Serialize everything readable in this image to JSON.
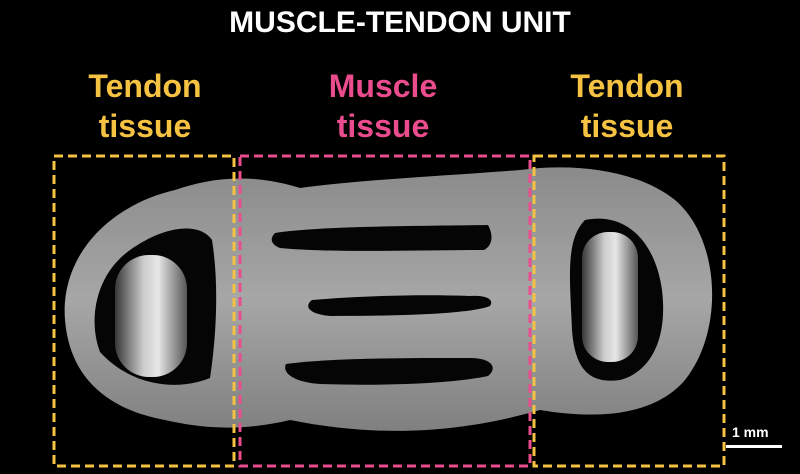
{
  "title": "MUSCLE-TENDON UNIT",
  "labels": {
    "left": {
      "line1": "Tendon",
      "line2": "tissue"
    },
    "middle": {
      "line1": "Muscle",
      "line2": "tissue"
    },
    "right": {
      "line1": "Tendon",
      "line2": "tissue"
    }
  },
  "scale_bar": {
    "label": "1 mm"
  },
  "colors": {
    "tendon": "#f5c242",
    "muscle": "#ea4c8e",
    "tissue": "#b5b5b5",
    "title": "#ffffff",
    "background": "#000000"
  }
}
